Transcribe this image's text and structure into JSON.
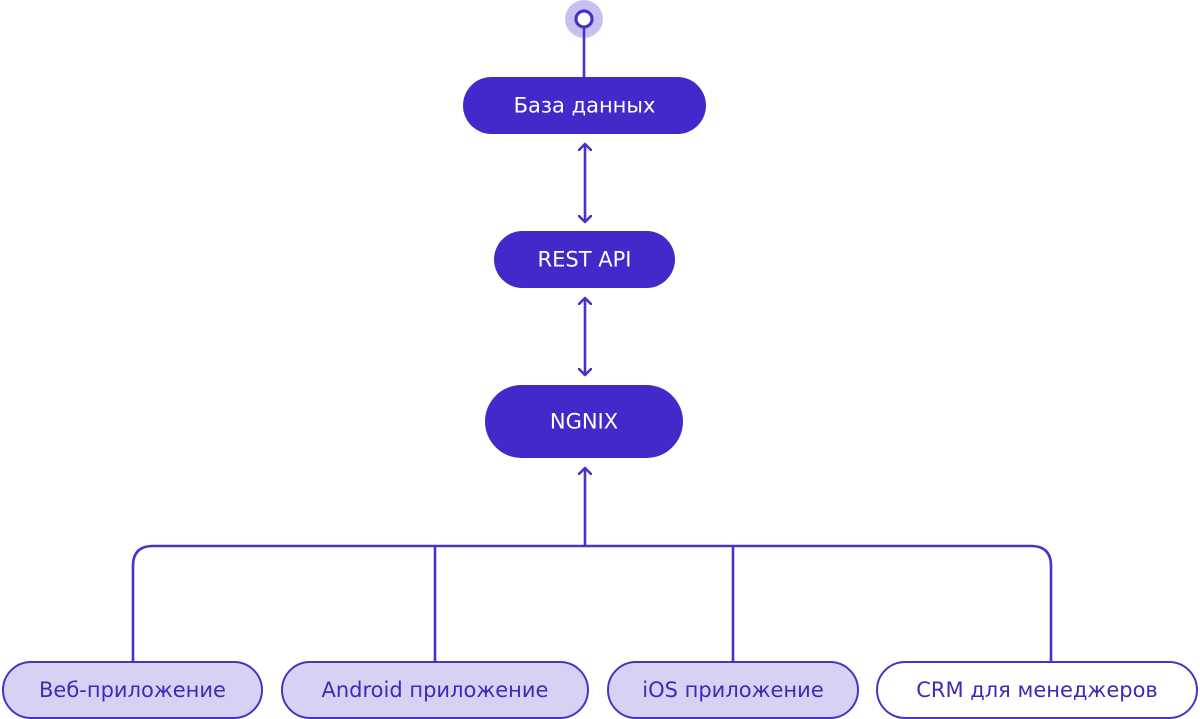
{
  "colors": {
    "primary": "#4428c9",
    "line": "#4a33c4",
    "client_fill": "#d7d2f4",
    "client_border": "#4a33c4",
    "crm_fill": "#ffffff",
    "start_halo": "#c9c0f2"
  },
  "nodes": {
    "database": {
      "label": "База данных"
    },
    "rest_api": {
      "label": "REST API"
    },
    "nginx": {
      "label": "NGNIX"
    }
  },
  "clients": [
    {
      "label": "Веб-приложение"
    },
    {
      "label": "Android приложение"
    },
    {
      "label": "iOS приложение"
    },
    {
      "label": "CRM для менеджеров"
    }
  ]
}
